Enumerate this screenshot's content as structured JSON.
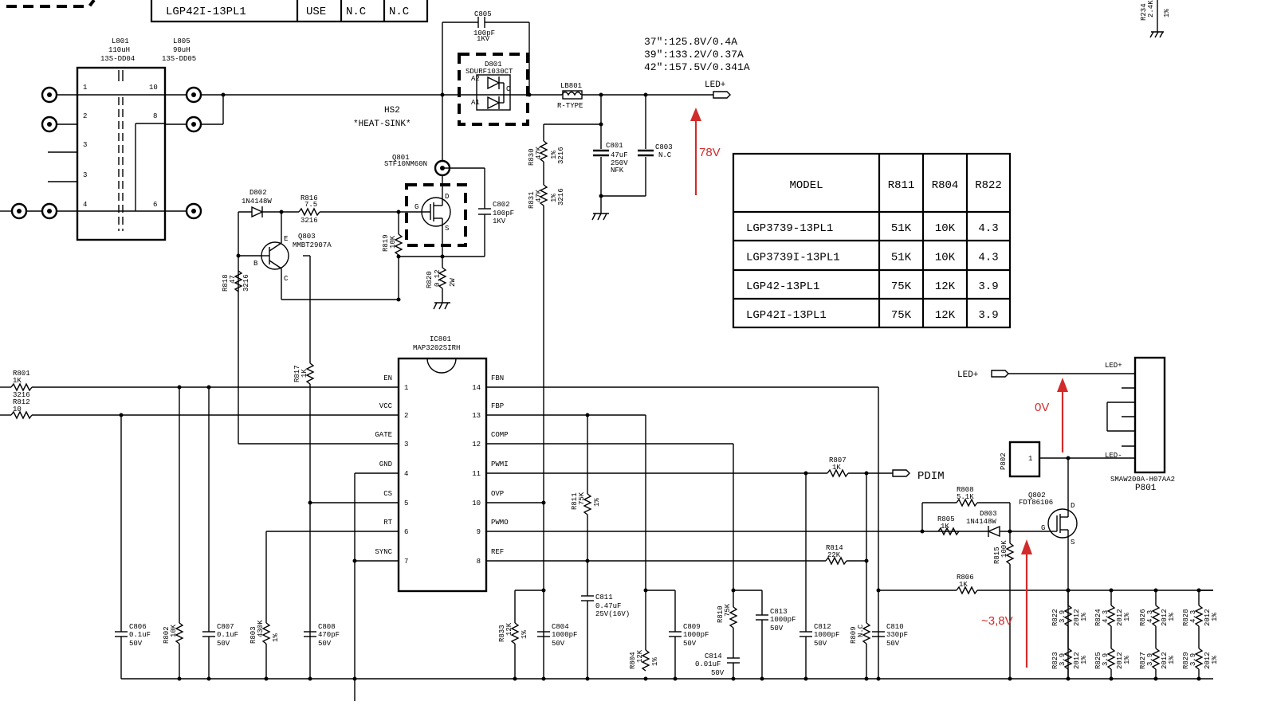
{
  "top_table_fragment": {
    "model": "LGP42I-13PL1",
    "use": "USE",
    "nc1": "N.C",
    "nc2": "N.C"
  },
  "output_spec": [
    "37\":125.8V/0.4A",
    "39\":133.2V/0.37A",
    "42\":157.5V/0.341A"
  ],
  "annotations": {
    "v78": "78V",
    "v0": "0V",
    "v38": "~3,8V"
  },
  "nets": {
    "led_plus": "LED+",
    "led_plus2": "LED+",
    "pdim": "PDIM",
    "led_plus_pin": "LED+",
    "led_minus_pin": "LED-"
  },
  "hs2": {
    "name": "HS2",
    "desc": "*HEAT-SINK*"
  },
  "transformer": {
    "l801": "L801",
    "l801_val": "110uH",
    "l801_part": "13S-DD04",
    "l805": "L805",
    "l805_val": "90uH",
    "l805_part": "13S-DD05",
    "pins": [
      "1",
      "2",
      "3",
      "3",
      "4",
      "10",
      "8",
      "6"
    ]
  },
  "components": {
    "c805": [
      "C805",
      "100pF",
      "1KV"
    ],
    "d801": [
      "D801",
      "SDURF1030CT",
      "A2",
      "A1",
      "C"
    ],
    "lb801": [
      "LB801",
      "R-TYPE"
    ],
    "c801": [
      "C801",
      "47uF",
      "250V",
      "NFK"
    ],
    "c803": [
      "C803",
      "N.C"
    ],
    "r830": [
      "R830",
      "47K",
      "1%",
      "3216"
    ],
    "r831": [
      "R831",
      "47K",
      "1%",
      "3216"
    ],
    "q801": [
      "Q801",
      "STF10NM60N",
      "G",
      "D",
      "S"
    ],
    "c802": [
      "C802",
      "100pF",
      "1KV"
    ],
    "d802": [
      "D802",
      "1N4148W"
    ],
    "r816": [
      "R816",
      "7.5",
      "3216"
    ],
    "q803": [
      "Q803",
      "MMBT2907A",
      "E",
      "B",
      "C"
    ],
    "r819": [
      "R819",
      "10K"
    ],
    "r820": [
      "R820",
      "0.12",
      "2W"
    ],
    "r818": [
      "R818",
      "47",
      "3216"
    ],
    "r817": [
      "R817",
      "1K"
    ],
    "r801": [
      "R801",
      "1K",
      "3216"
    ],
    "r812": [
      "R812",
      "10"
    ],
    "c806": [
      "C806",
      "0.1uF",
      "50V"
    ],
    "r802": [
      "R802",
      "10K"
    ],
    "c807": [
      "C807",
      "0.1uF",
      "50V"
    ],
    "r803": [
      "R803",
      "430K",
      "1%"
    ],
    "c808": [
      "C808",
      "470pF",
      "50V"
    ],
    "r833": [
      "R833",
      "12K",
      "1%"
    ],
    "c804": [
      "C804",
      "1000pF",
      "50V"
    ],
    "r811": [
      "R811",
      "75K",
      "1%"
    ],
    "c811": [
      "C811",
      "0.47uF",
      "25V(16V)"
    ],
    "r804": [
      "R804",
      "12K",
      "1%"
    ],
    "c809": [
      "C809",
      "1000pF",
      "50V"
    ],
    "r810": [
      "R810",
      "75K"
    ],
    "c814": [
      "C814",
      "0.01uF",
      "50V"
    ],
    "c813": [
      "C813",
      "1000pF",
      "50V"
    ],
    "c812": [
      "C812",
      "1000pF",
      "50V"
    ],
    "r809": [
      "R809",
      "N.C"
    ],
    "c810": [
      "C810",
      "330pF",
      "50V"
    ],
    "r807": [
      "R807",
      "1K"
    ],
    "r814": [
      "R814",
      "22K"
    ],
    "r808": [
      "R808",
      "5.1K"
    ],
    "r805": [
      "R805",
      "1K"
    ],
    "d803": [
      "D803",
      "1N4148W"
    ],
    "r815": [
      "R815",
      "100K"
    ],
    "q802": [
      "Q802",
      "FDT86106",
      "D",
      "G",
      "S"
    ],
    "r806": [
      "R806",
      "1K"
    ],
    "p802": [
      "P802",
      "1"
    ],
    "p801": [
      "P801",
      "SMAW200A-H07AA2"
    ],
    "r234": [
      "R234",
      "2.4K",
      "1%"
    ],
    "r822": [
      "R822",
      "3.9",
      "2012",
      "1%"
    ],
    "r823": [
      "R823",
      "3.9",
      "2012",
      "1%"
    ],
    "r824": [
      "R824",
      "4.3",
      "2012",
      "1%"
    ],
    "r825": [
      "R825",
      "3.9",
      "2012",
      "1%"
    ],
    "r826": [
      "R826",
      "4.3",
      "2012",
      "1%"
    ],
    "r827": [
      "R827",
      "3.9",
      "2012",
      "1%"
    ],
    "r828": [
      "R828",
      "4.3",
      "2012",
      "1%"
    ],
    "r829": [
      "R829",
      "3.9",
      "2012",
      "1%"
    ]
  },
  "ic801": {
    "ref": "IC801",
    "part": "MAP3202SIRH",
    "left": [
      {
        "n": "EN",
        "p": "1"
      },
      {
        "n": "VCC",
        "p": "2"
      },
      {
        "n": "GATE",
        "p": "3"
      },
      {
        "n": "GND",
        "p": "4"
      },
      {
        "n": "CS",
        "p": "5"
      },
      {
        "n": "RT",
        "p": "6"
      },
      {
        "n": "SYNC",
        "p": "7"
      }
    ],
    "right": [
      {
        "n": "FBN",
        "p": "14"
      },
      {
        "n": "FBP",
        "p": "13"
      },
      {
        "n": "COMP",
        "p": "12"
      },
      {
        "n": "PWMI",
        "p": "11"
      },
      {
        "n": "OVP",
        "p": "10"
      },
      {
        "n": "PWMO",
        "p": "9"
      },
      {
        "n": "REF",
        "p": "8"
      }
    ]
  },
  "model_table": {
    "headers": [
      "MODEL",
      "R811",
      "R804",
      "R822"
    ],
    "rows": [
      [
        "LGP3739-13PL1",
        "51K",
        "10K",
        "4.3"
      ],
      [
        "LGP3739I-13PL1",
        "51K",
        "10K",
        "4.3"
      ],
      [
        "LGP42-13PL1",
        "75K",
        "12K",
        "3.9"
      ],
      [
        "LGP42I-13PL1",
        "75K",
        "12K",
        "3.9"
      ]
    ]
  }
}
